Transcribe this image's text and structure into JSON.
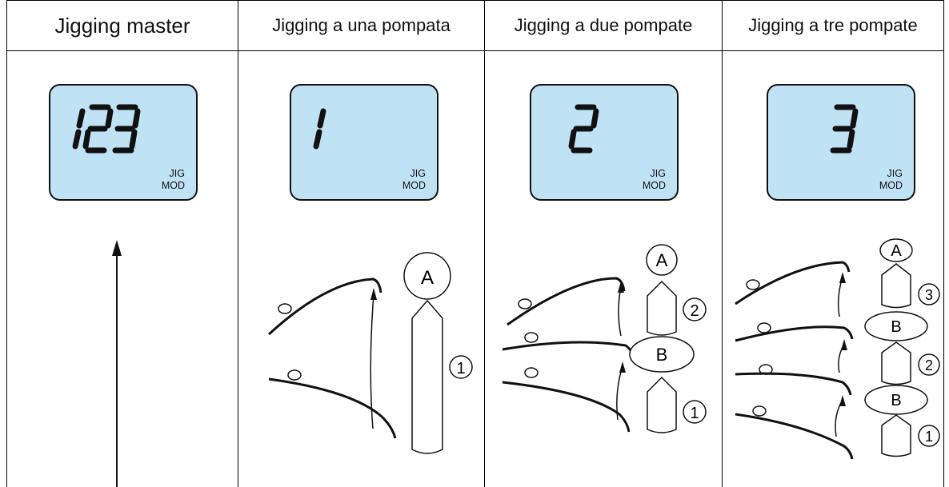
{
  "columns": [
    {
      "title": "Jigging master",
      "display": "123"
    },
    {
      "title": "Jigging a una pompata",
      "display": "1"
    },
    {
      "title": "Jigging a due pompate",
      "display": "2"
    },
    {
      "title": "Jigging a tre pompate",
      "display": "3"
    }
  ],
  "lcd_label_line1": "JIG",
  "lcd_label_line2": "MOD",
  "markers": {
    "a": "A",
    "b": "B",
    "one": "①",
    "two": "②",
    "three": "③"
  },
  "colors": {
    "lcd_background": "#bfe3f5",
    "line": "#111111"
  }
}
